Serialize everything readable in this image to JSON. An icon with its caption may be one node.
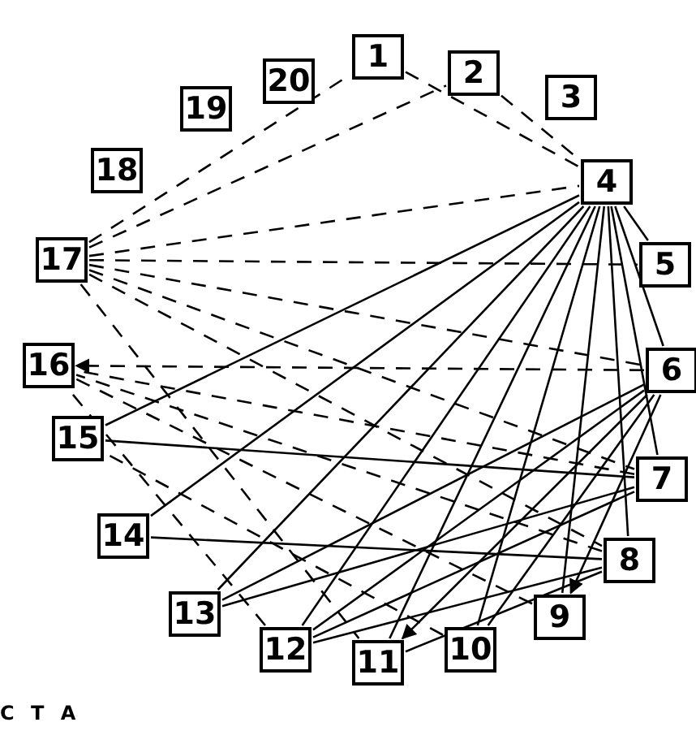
{
  "diagram": {
    "nodes": [
      {
        "text": [
          "1"
        ]
      },
      {
        "text": [
          "2"
        ]
      },
      {
        "text": [
          "3"
        ]
      },
      {
        "text": [
          "4"
        ]
      },
      {
        "text": [
          "5"
        ]
      },
      {
        "text": [
          "6"
        ]
      },
      {
        "text": [
          "7"
        ]
      },
      {
        "text": [
          "8"
        ]
      },
      {
        "text": [
          "9"
        ]
      },
      {
        "text": [
          "10"
        ]
      },
      {
        "text": [
          "11"
        ]
      },
      {
        "text": [
          "12"
        ]
      },
      {
        "text": [
          "13"
        ]
      },
      {
        "text": [
          "14"
        ]
      },
      {
        "text": [
          "15"
        ]
      },
      {
        "text": [
          "16"
        ]
      },
      {
        "text": [
          "17"
        ]
      },
      {
        "text": [
          "18"
        ]
      },
      {
        "text": [
          "19"
        ]
      },
      {
        "text": [
          "20"
        ]
      }
    ],
    "edges": [
      {
        "from": 3,
        "to": 4,
        "arrow": "none"
      },
      {
        "from": 3,
        "to": 5,
        "arrow": "none"
      },
      {
        "from": 3,
        "to": 6,
        "arrow": "none"
      },
      {
        "from": 3,
        "to": 7,
        "arrow": "none"
      },
      {
        "from": 3,
        "to": 8,
        "arrow": "none"
      },
      {
        "from": 3,
        "to": 9,
        "arrow": "none"
      },
      {
        "from": 3,
        "to": 10,
        "arrow": "none"
      },
      {
        "from": 3,
        "to": 11,
        "arrow": "none"
      },
      {
        "from": 3,
        "to": 12,
        "arrow": "none"
      },
      {
        "from": 3,
        "to": 13,
        "arrow": "none"
      },
      {
        "from": 3,
        "to": 14,
        "arrow": "none"
      },
      {
        "from": 14,
        "to": 6,
        "arrow": "none"
      },
      {
        "from": 13,
        "to": 7,
        "arrow": "none"
      },
      {
        "from": 5,
        "to": 8,
        "arrow": "to"
      },
      {
        "from": 5,
        "to": 9,
        "arrow": "none"
      },
      {
        "from": 5,
        "to": 10,
        "arrow": "to"
      },
      {
        "from": 5,
        "to": 11,
        "arrow": "none"
      },
      {
        "from": 5,
        "to": 12,
        "arrow": "none"
      },
      {
        "from": 6,
        "to": 11,
        "arrow": "none"
      },
      {
        "from": 6,
        "to": 12,
        "arrow": "none"
      },
      {
        "from": 7,
        "to": 11,
        "arrow": "none"
      },
      {
        "from": 7,
        "to": 10,
        "arrow": "none"
      },
      {
        "from": 0,
        "to": 3,
        "arrow": "none",
        "style": "dashed"
      },
      {
        "from": 1,
        "to": 3,
        "arrow": "none",
        "style": "dashed"
      },
      {
        "from": 16,
        "to": 0,
        "arrow": "none",
        "style": "dashed"
      },
      {
        "from": 16,
        "to": 1,
        "arrow": "none",
        "style": "dashed"
      },
      {
        "from": 16,
        "to": 3,
        "arrow": "none",
        "style": "dashed"
      },
      {
        "from": 16,
        "to": 4,
        "arrow": "none",
        "style": "dashed"
      },
      {
        "from": 16,
        "to": 5,
        "arrow": "none",
        "style": "dashed"
      },
      {
        "from": 16,
        "to": 6,
        "arrow": "none",
        "style": "dashed"
      },
      {
        "from": 16,
        "to": 7,
        "arrow": "none",
        "style": "dashed"
      },
      {
        "from": 16,
        "to": 10,
        "arrow": "none",
        "style": "dashed"
      },
      {
        "from": 5,
        "to": 15,
        "arrow": "to",
        "style": "dashed"
      },
      {
        "from": 6,
        "to": 15,
        "arrow": "none",
        "style": "dashed"
      },
      {
        "from": 7,
        "to": 15,
        "arrow": "none",
        "style": "dashed"
      },
      {
        "from": 8,
        "to": 15,
        "arrow": "none",
        "style": "dashed"
      },
      {
        "from": 11,
        "to": 15,
        "arrow": "none",
        "style": "dashed"
      },
      {
        "from": 9,
        "to": 14,
        "arrow": "none",
        "style": "dashed"
      }
    ],
    "labels": [
      "C T A"
    ]
  }
}
